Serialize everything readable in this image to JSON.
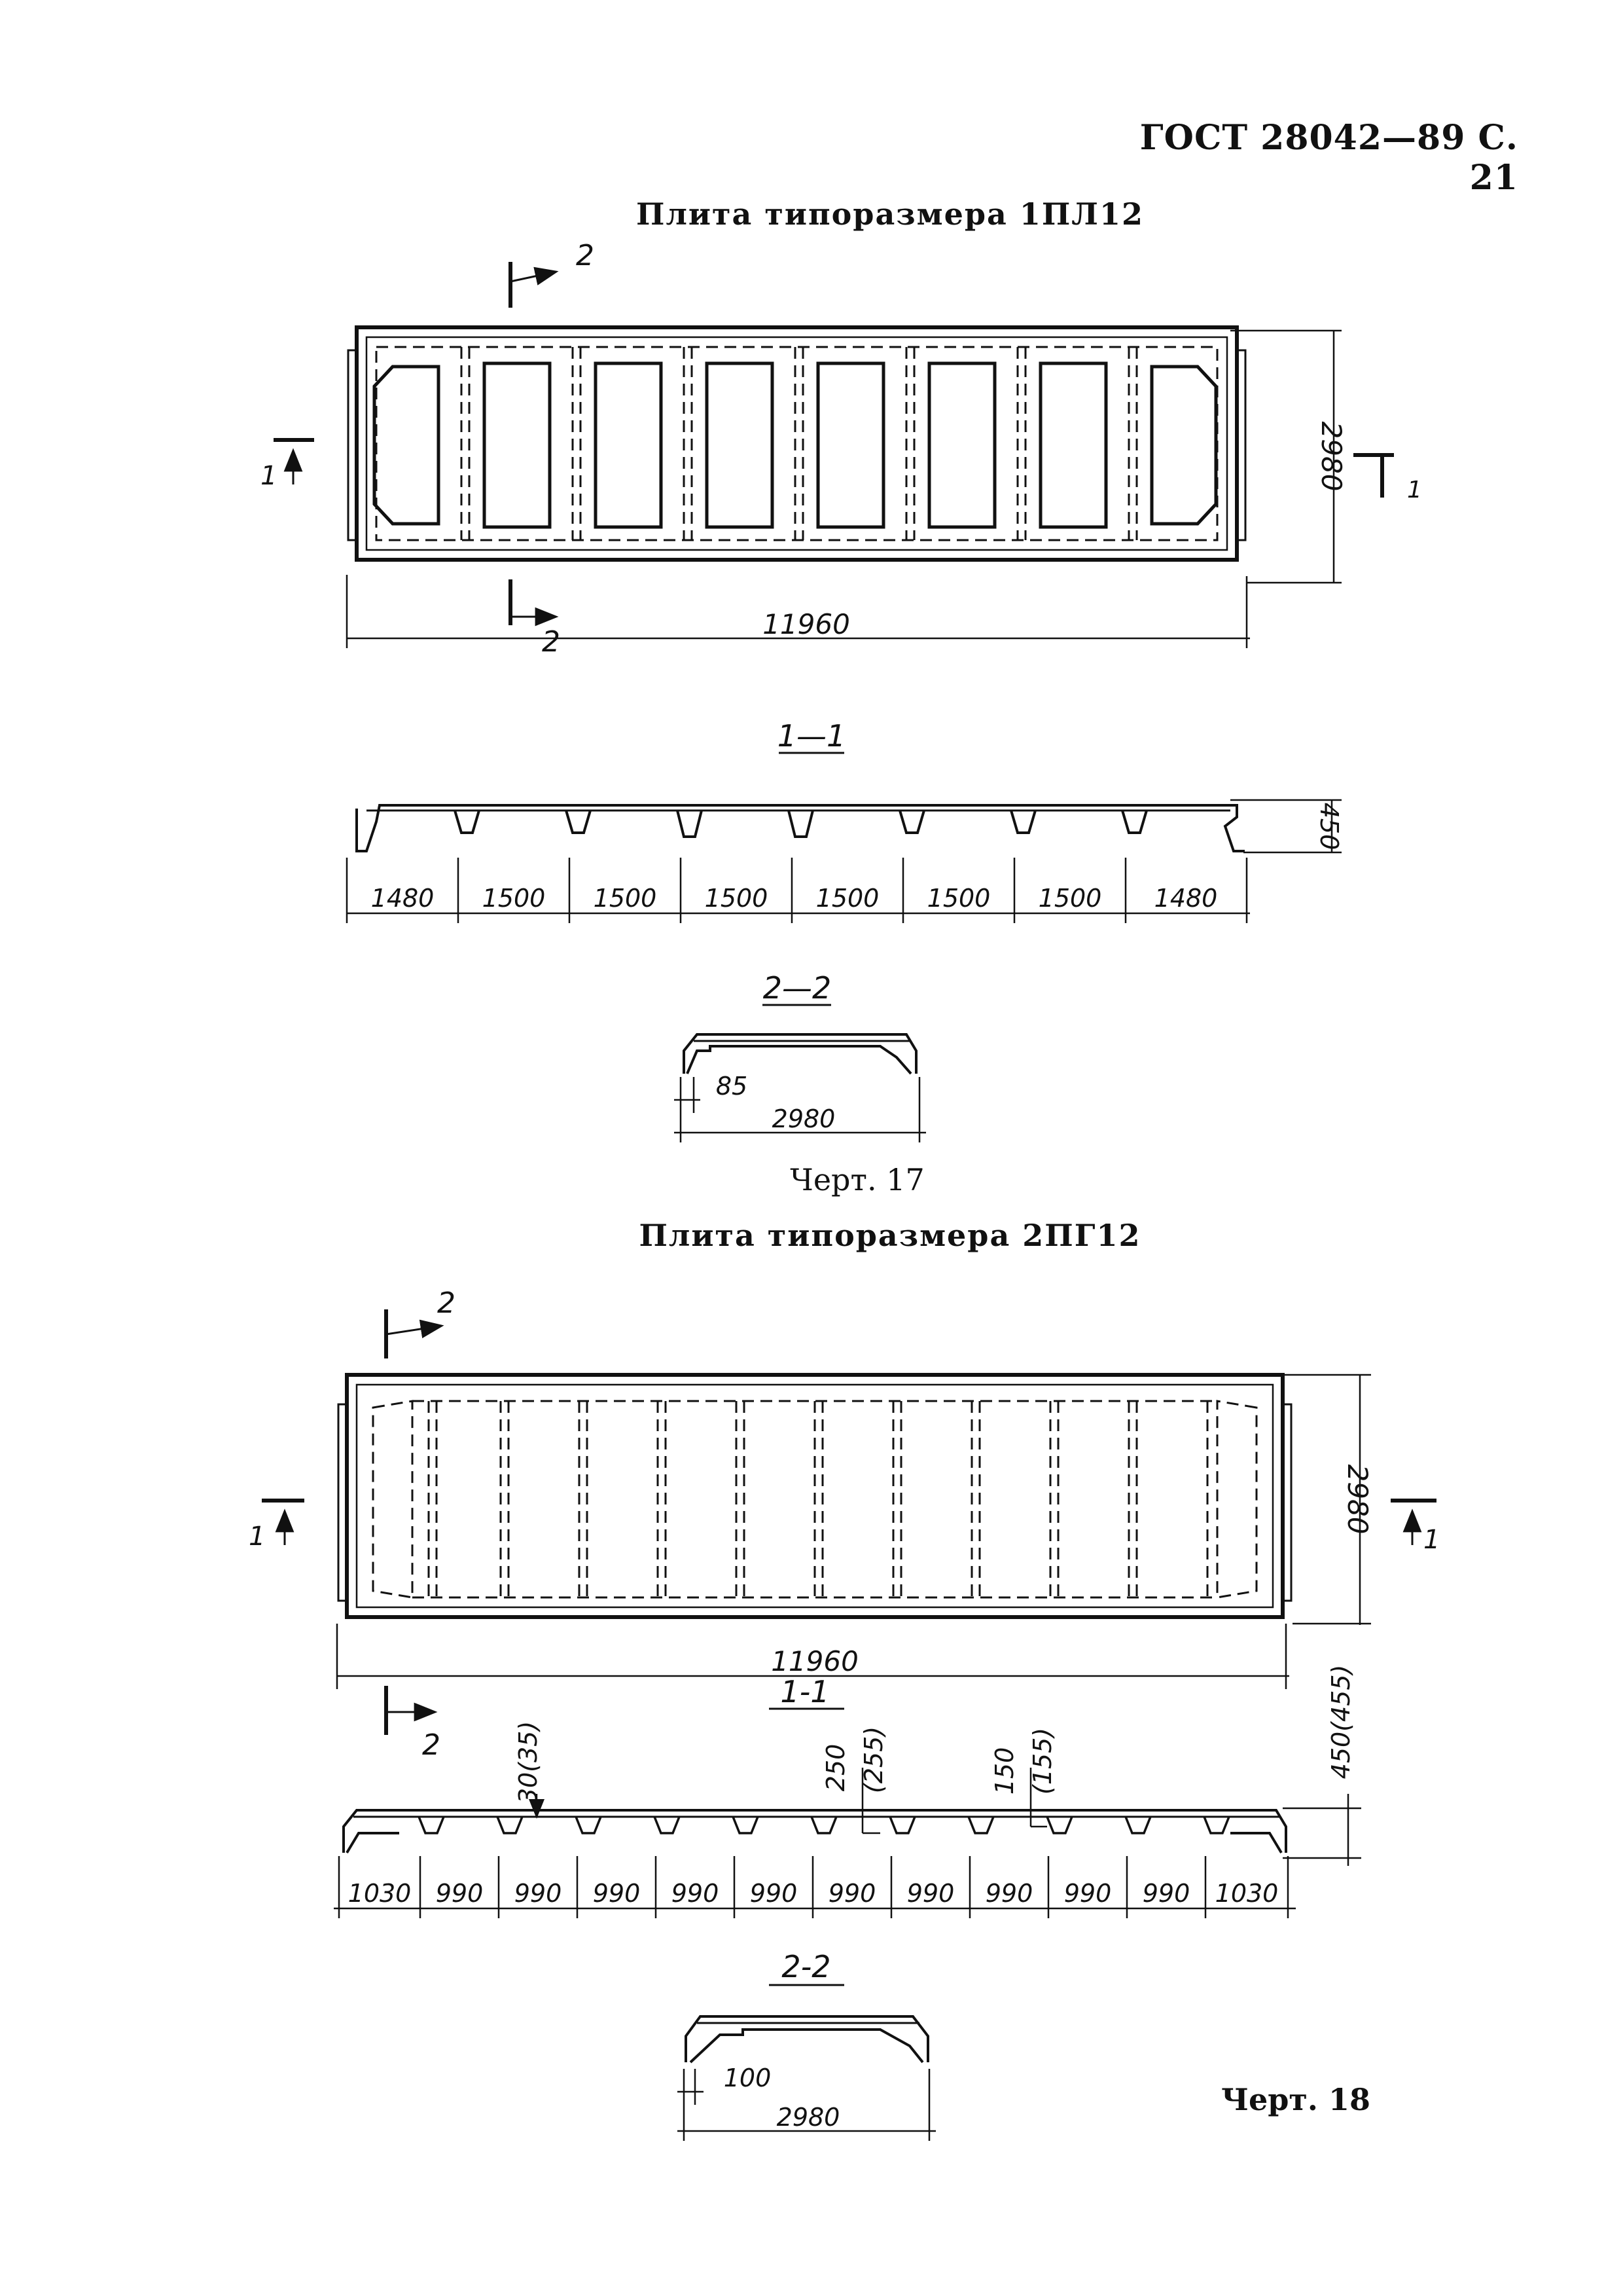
{
  "header": "ГОСТ 28042—89 С. 21",
  "drawing17": {
    "title": "Плита типоразмера 1ПЛ12",
    "caption": "Черт. 17",
    "plan": {
      "length": "11960",
      "width": "2980",
      "cut1": "1",
      "cut2": "2"
    },
    "section11": {
      "label": "1—1",
      "height": "450",
      "spans": [
        "1480",
        "1500",
        "1500",
        "1500",
        "1500",
        "1500",
        "1500",
        "1480"
      ]
    },
    "section22": {
      "label": "2—2",
      "edge": "85",
      "width": "2980"
    }
  },
  "drawing18": {
    "title": "Плита типоразмера 2ПГ12",
    "caption": "Черт. 18",
    "plan": {
      "length": "11960",
      "width": "2980",
      "cut1": "1",
      "cut2": "2"
    },
    "section11": {
      "label": "1-1",
      "height": "450(455)",
      "note_a": "30(35)",
      "note_b1": "250",
      "note_b2": "(255)",
      "note_c1": "150",
      "note_c2": "(155)",
      "spans": [
        "1030",
        "990",
        "990",
        "990",
        "990",
        "990",
        "990",
        "990",
        "990",
        "990",
        "990",
        "1030"
      ]
    },
    "section22": {
      "label": "2-2",
      "edge": "100",
      "width": "2980"
    }
  }
}
